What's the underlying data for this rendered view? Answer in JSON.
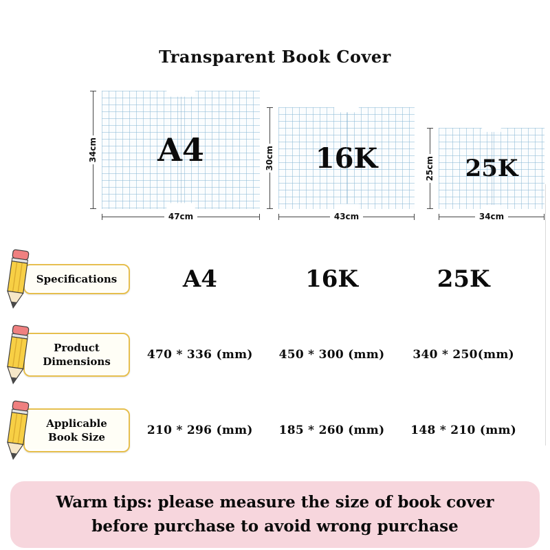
{
  "title": "Transparent Book Cover",
  "covers": [
    {
      "size_label": "A4",
      "height_label": "34cm",
      "width_label": "47cm"
    },
    {
      "size_label": "16K",
      "height_label": "30cm",
      "width_label": "43cm"
    },
    {
      "size_label": "25K",
      "height_label": "25cm",
      "width_label": "34cm"
    }
  ],
  "spec_table": {
    "rows": [
      {
        "header": "Specifications",
        "values": [
          "A4",
          "16K",
          "25K"
        ]
      },
      {
        "header": "Product Dimensions",
        "values": [
          "470 * 336 (mm)",
          "450 * 300 (mm)",
          "340 * 250(mm)"
        ]
      },
      {
        "header": "Applicable Book Size",
        "values": [
          "210 * 296 (mm)",
          "185 * 260 (mm)",
          "148 * 210 (mm)"
        ]
      }
    ]
  },
  "warm_tips": "Warm tips: please measure the size of book cover before purchase to avoid wrong purchase",
  "icons": {
    "row_marker": "pencil-icon"
  },
  "colors": {
    "grid_line": "#8cb9d6",
    "cover_bg": "#fbfdfe",
    "banner_border": "#e6bf4d",
    "banner_bg": "#fffef6",
    "tips_bg": "#f7d6dd",
    "pencil_body": "#f7cf45",
    "pencil_eraser": "#ef8080",
    "text": "#0b0b0b"
  }
}
